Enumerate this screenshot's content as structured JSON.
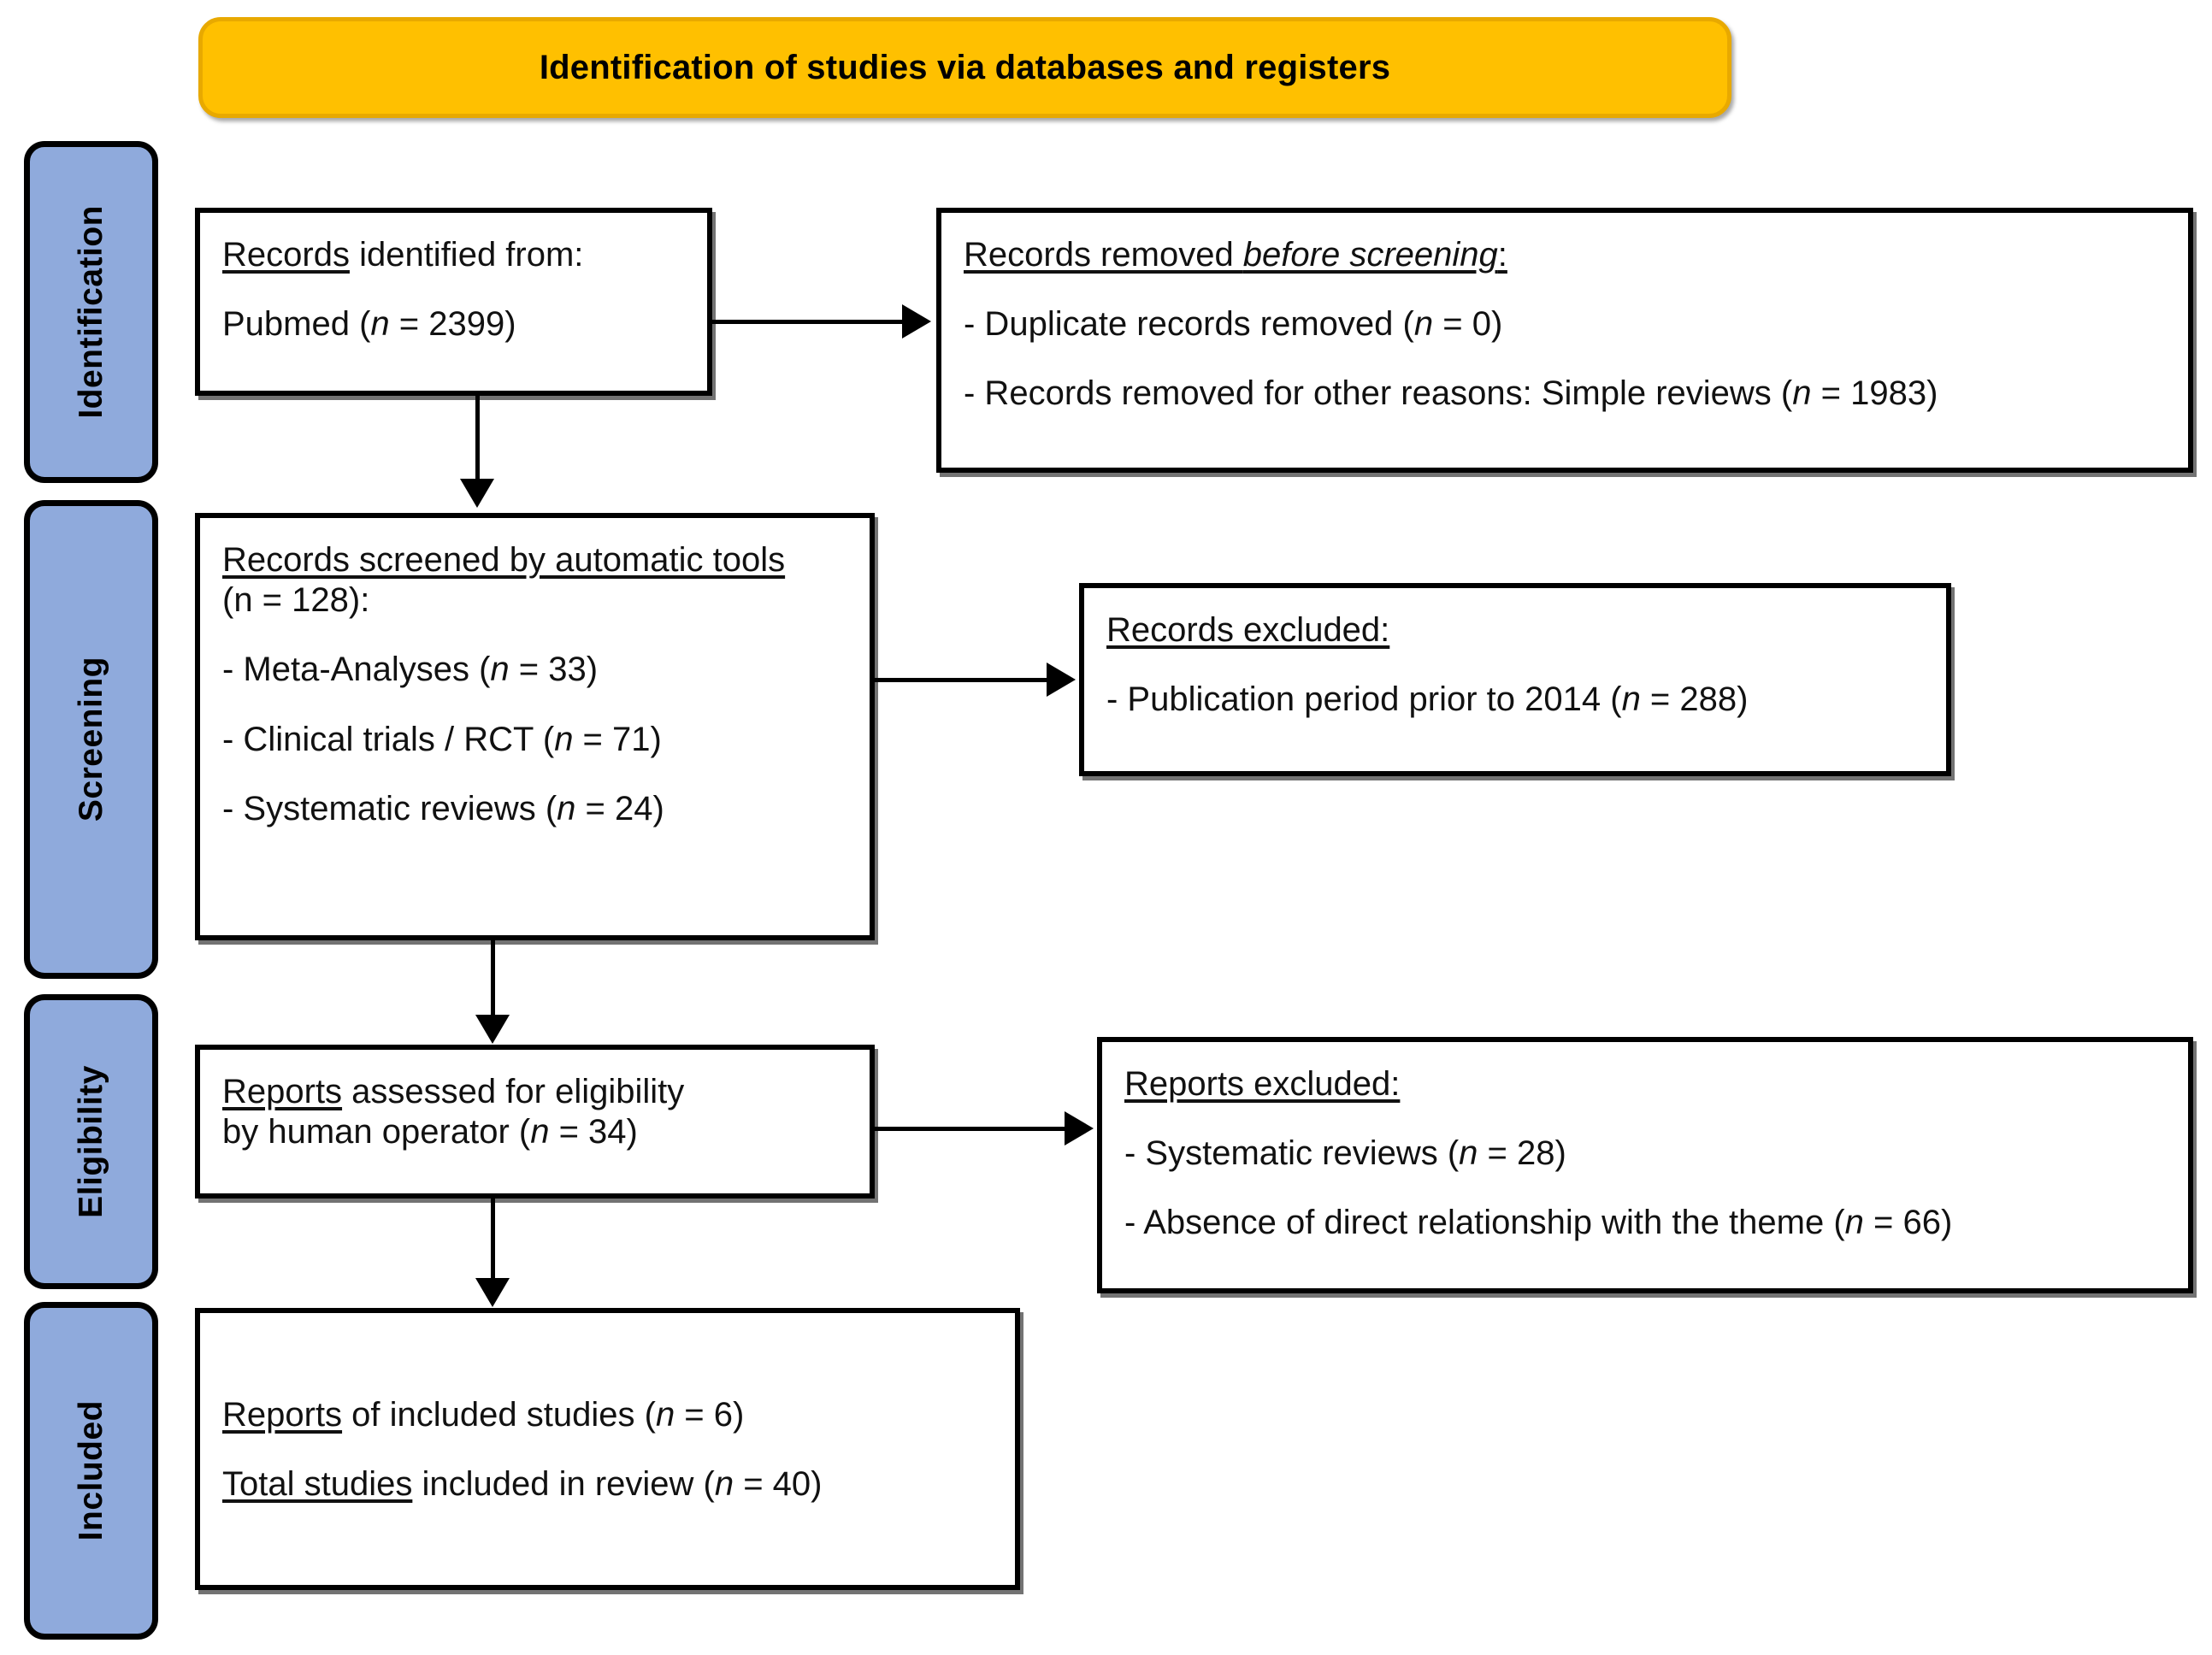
{
  "diagram": {
    "type": "PRISMA flow diagram",
    "title": "Identification of studies via databases and registers",
    "colors": {
      "banner_fill": "#FFC000",
      "banner_border": "#E8A900",
      "stage_chip_fill": "#8FAADC",
      "box_border": "#000000",
      "background": "#FFFFFF"
    }
  },
  "stages": [
    {
      "label": "Identification"
    },
    {
      "label": "Screening"
    },
    {
      "label": "Eligibility"
    },
    {
      "label": "Included"
    }
  ],
  "boxes": {
    "records_identified": {
      "heading": "Records",
      "heading_rest": " identified from:",
      "source_label": "Pubmed (",
      "source_n_symbol": "n",
      "source_n_value": " = 2399)"
    },
    "records_removed": {
      "heading": "Records removed ",
      "heading_italic": "before screening",
      "heading_end": ":",
      "items": [
        {
          "text": "- Duplicate records removed (",
          "n": "n",
          "value": " = 0)"
        },
        {
          "text": "- Records removed for other reasons: Simple reviews (",
          "n": "n",
          "value": " = 1983)"
        }
      ]
    },
    "records_screened": {
      "heading_underlined": "Records screened by automatic tools",
      "heading_count": " (n = 128):",
      "items": [
        {
          "text": "- Meta-Analyses (",
          "n": "n",
          "value": " = 33)"
        },
        {
          "text": "- Clinical trials / RCT (",
          "n": "n",
          "value": " = 71)"
        },
        {
          "text": "- Systematic reviews (",
          "n": "n",
          "value": " = 24)"
        }
      ]
    },
    "records_excluded": {
      "heading": "Records excluded:",
      "items": [
        {
          "text": "- Publication period prior to 2014 (",
          "n": "n",
          "value": " = 288)"
        }
      ]
    },
    "reports_assessed": {
      "heading": "Reports",
      "heading_rest": " assessed for eligibility",
      "line2_text": "by human operator (",
      "line2_n": "n",
      "line2_value": " = 34)"
    },
    "reports_excluded": {
      "heading": "Reports excluded:",
      "items": [
        {
          "text": "- Systematic reviews (",
          "n": "n",
          "value": " = 28)"
        },
        {
          "text": "- Absence of direct relationship with the theme (",
          "n": "n",
          "value": " = 66)"
        }
      ]
    },
    "included_studies": {
      "line1_underlined": "Reports",
      "line1_rest": " of included studies (",
      "line1_n": "n",
      "line1_value": " = 6)",
      "line2_underlined": "Total studies",
      "line2_rest": " included in review (",
      "line2_n": "n",
      "line2_value": " = 40)"
    }
  },
  "chart_data": {
    "type": "flow",
    "title": "Identification of studies via databases and registers",
    "nodes": [
      {
        "id": "identified",
        "stage": "Identification",
        "label": "Records identified from: Pubmed",
        "n": 2399
      },
      {
        "id": "removed",
        "stage": "Identification",
        "label": "Records removed before screening",
        "n_duplicates": 0,
        "n_other_reasons": 1983
      },
      {
        "id": "screened",
        "stage": "Screening",
        "label": "Records screened by automatic tools",
        "n": 128,
        "breakdown": {
          "Meta-Analyses": 33,
          "Clinical trials / RCT": 71,
          "Systematic reviews": 24
        }
      },
      {
        "id": "excluded_s",
        "stage": "Screening",
        "label": "Records excluded",
        "n_publication_prior_2014": 288
      },
      {
        "id": "assessed",
        "stage": "Eligibility",
        "label": "Reports assessed for eligibility by human operator",
        "n": 34
      },
      {
        "id": "excluded_e",
        "stage": "Eligibility",
        "label": "Reports excluded",
        "n_systematic_reviews": 28,
        "n_absence_of_relationship": 66
      },
      {
        "id": "included",
        "stage": "Included",
        "label": "Reports of included studies",
        "n_reports": 6,
        "n_total_studies": 40
      }
    ],
    "edges": [
      {
        "from": "identified",
        "to": "removed",
        "direction": "right"
      },
      {
        "from": "identified",
        "to": "screened",
        "direction": "down"
      },
      {
        "from": "screened",
        "to": "excluded_s",
        "direction": "right"
      },
      {
        "from": "screened",
        "to": "assessed",
        "direction": "down"
      },
      {
        "from": "assessed",
        "to": "excluded_e",
        "direction": "right"
      },
      {
        "from": "assessed",
        "to": "included",
        "direction": "down"
      }
    ]
  }
}
